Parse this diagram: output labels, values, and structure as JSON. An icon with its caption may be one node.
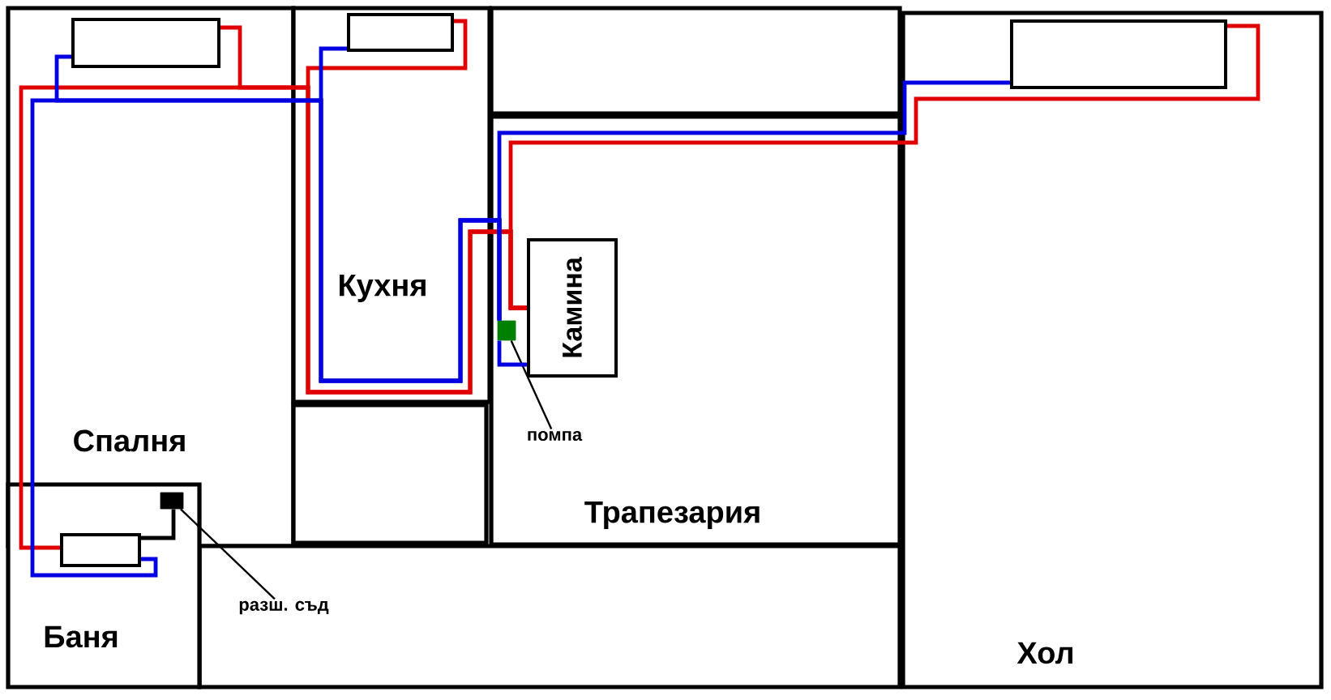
{
  "diagram": {
    "nodes": [
      {
        "text": [
          "Спалня"
        ]
      },
      {
        "text": [
          "Кухня"
        ]
      },
      {
        "text": [],
        "shape": "box"
      },
      {
        "text": [],
        "shape": "box"
      },
      {
        "text": [
          "Трапезария"
        ]
      },
      {
        "text": [],
        "shape": "box"
      },
      {
        "text": [
          "Хол"
        ]
      },
      {
        "text": [
          "Баня"
        ]
      },
      {
        "text": [
          "Камина"
        ],
        "in": 4
      },
      {
        "text": [],
        "shape": "box",
        "in": 0
      },
      {
        "text": [],
        "shape": "box",
        "in": 1
      },
      {
        "text": [],
        "shape": "box",
        "in": 6
      },
      {
        "text": [],
        "shape": "box",
        "in": 7
      },
      {
        "text": [],
        "shape": "box",
        "in": 4
      },
      {
        "text": [],
        "shape": "box"
      },
      {
        "text": [
          "помпа"
        ],
        "in": 4
      },
      {
        "text": [
          "разш. съд"
        ],
        "in": 5
      }
    ],
    "edges": [
      {
        "from": 15,
        "to": 13,
        "arrow": "none",
        "color": "#000000"
      },
      {
        "from": 16,
        "to": 14,
        "arrow": "none",
        "color": "#000000"
      },
      {
        "from": 8,
        "to": 11,
        "arrow": "none",
        "color": "#e00000"
      },
      {
        "from": 8,
        "to": 10,
        "arrow": "none",
        "color": "#e00000"
      },
      {
        "from": 8,
        "to": 9,
        "arrow": "none",
        "color": "#e00000"
      },
      {
        "from": 8,
        "to": 12,
        "arrow": "none",
        "color": "#e00000"
      },
      {
        "from": 11,
        "to": 13,
        "arrow": "none",
        "color": "#0000e0"
      },
      {
        "from": 10,
        "to": 13,
        "arrow": "none",
        "color": "#0000e0"
      },
      {
        "from": 9,
        "to": 13,
        "arrow": "none",
        "color": "#0000e0"
      },
      {
        "from": 12,
        "to": 13,
        "arrow": "none",
        "color": "#0000e0"
      },
      {
        "from": 13,
        "to": 8,
        "arrow": "none",
        "color": "#0000e0"
      },
      {
        "from": 14,
        "to": 12,
        "arrow": "none",
        "color": "#000000"
      }
    ]
  }
}
